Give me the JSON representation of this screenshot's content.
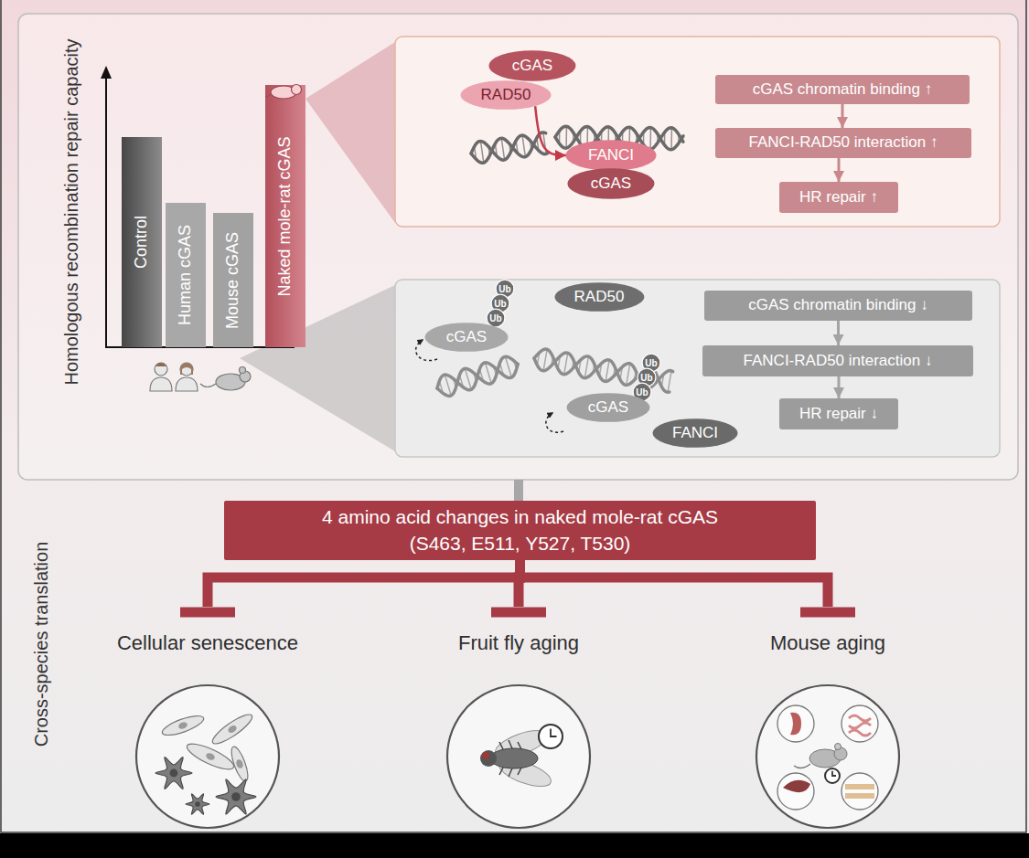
{
  "diagram": {
    "nodes": [
      {
        "text": [
          "Control"
        ]
      },
      {
        "text": [
          "Human cGAS"
        ]
      },
      {
        "text": [
          "Mouse cGAS"
        ]
      },
      {
        "text": [
          "Naked mole-rat cGAS"
        ]
      },
      {
        "text": [
          "cGAS"
        ]
      },
      {
        "text": [
          "RAD50"
        ]
      },
      {
        "text": [
          "FANCI"
        ]
      },
      {
        "text": [
          "cGAS"
        ]
      },
      {
        "text": [
          "cGAS chromatin binding ↑"
        ]
      },
      {
        "text": [
          "FANCI-RAD50 interaction ↑"
        ]
      },
      {
        "text": [
          "HR repair ↑"
        ]
      },
      {
        "text": [
          "Ub"
        ]
      },
      {
        "text": [
          "Ub"
        ]
      },
      {
        "text": [
          "Ub"
        ]
      },
      {
        "text": [
          "cGAS"
        ]
      },
      {
        "text": [
          "RAD50"
        ]
      },
      {
        "text": [
          "Ub"
        ]
      },
      {
        "text": [
          "Ub"
        ]
      },
      {
        "text": [
          "Ub"
        ]
      },
      {
        "text": [
          "cGAS"
        ]
      },
      {
        "text": [
          "FANCI"
        ]
      },
      {
        "text": [
          "cGAS chromatin binding ↓"
        ]
      },
      {
        "text": [
          "FANCI-RAD50 interaction ↓"
        ]
      },
      {
        "text": [
          "HR repair ↓"
        ]
      },
      {
        "text": [
          "4 amino acid changes in naked mole-rat cGAS",
          "(S463, E511, Y527, T530)"
        ]
      },
      {
        "text": [
          "Cellular senescence"
        ]
      },
      {
        "text": [
          "Fruit fly aging"
        ]
      },
      {
        "text": [
          "Mouse aging"
        ]
      }
    ],
    "edges": [
      {
        "from": 5,
        "to": 6,
        "arrow": "to"
      },
      {
        "from": 8,
        "to": 9,
        "arrow": "to"
      },
      {
        "from": 9,
        "to": 10,
        "arrow": "to"
      },
      {
        "from": 21,
        "to": 22,
        "arrow": "to"
      },
      {
        "from": 22,
        "to": 23,
        "arrow": "to"
      },
      {
        "from": 24,
        "to": 25,
        "arrow": "to"
      },
      {
        "from": 24,
        "to": 26,
        "arrow": "to"
      },
      {
        "from": 24,
        "to": 27,
        "arrow": "to"
      }
    ],
    "labels": [
      "Homologous recombination repair capacity",
      "Cross-species translation"
    ]
  }
}
